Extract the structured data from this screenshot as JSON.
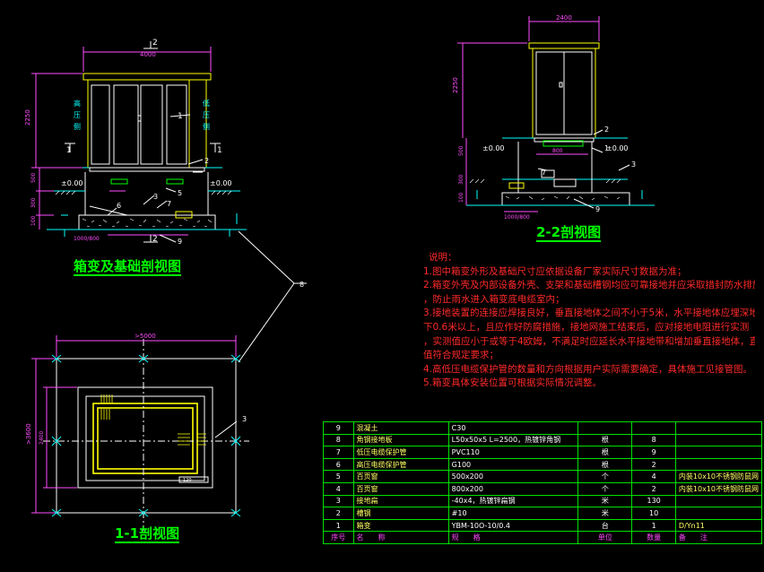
{
  "titles": {
    "main_section": "箱变及基础剖视图",
    "section_22": "2-2剖视图",
    "section_11": "1-1剖视图"
  },
  "labels": {
    "high_side": [
      "高",
      "压",
      "侧"
    ],
    "low_side": [
      "低",
      "压",
      "侧"
    ],
    "section_mark": "2",
    "cut_mark_1": "1",
    "zero_level": "±0.00",
    "dims": {
      "d4000": "4000",
      "d2400": "2400",
      "d2250a": "2250",
      "d2250b": "2250",
      "d500": "500",
      "d300": "300",
      "d100": "100",
      "d800": "800",
      "d1000": "1000/800",
      "d5000": ">5000",
      "d3600": ">3600",
      "d2400v": "2400",
      "d120": "120"
    },
    "callouts": [
      "1",
      "2",
      "3",
      "5",
      "6",
      "7",
      "8",
      "9"
    ]
  },
  "notes": {
    "title": "说明：",
    "lines": [
      "1.图中箱变外形及基础尺寸应依据设备厂家实际尺寸数据为准；",
      "2.箱变外壳及内部设备外壳、支架和基础槽钢均应可靠接地并应采取措封防水排施",
      "，防止雨水进入箱变底电缆室内；",
      "3.接地装置的连接应焊接良好，垂直接地体之间不小于5米，水平接地体应埋深地",
      "下0.6米以上，且应作好防腐措施，接地网施工结束后，应对接地电阻进行实测",
      "，实测值应小于或等于4欧姆，不满足时应延长水平接地带和增加垂直接地体，直至实测",
      "值符合规定要求；",
      "4.高低压电缆保护管的数量和方向根据用户实际需要确定，具体施工见接管图。",
      "5.箱变具体安装位置可根据实际情况调整。"
    ]
  },
  "table": {
    "rows": [
      [
        "9",
        "混凝土",
        "C30",
        "",
        "",
        ""
      ],
      [
        "8",
        "角钢接地板",
        "L50x50x5 L=2500，热镀锌角钢",
        "根",
        "8",
        ""
      ],
      [
        "7",
        "低压电缆保护管",
        "PVC110",
        "根",
        "9",
        ""
      ],
      [
        "6",
        "高压电缆保护管",
        "G100",
        "根",
        "2",
        ""
      ],
      [
        "5",
        "百页窗",
        "500x200",
        "个",
        "4",
        "内装10x10不锈钢防鼠网"
      ],
      [
        "4",
        "百页窗",
        "800x200",
        "个",
        "2",
        "内装10x10不锈钢防鼠网"
      ],
      [
        "3",
        "接地扁",
        "-40x4，热镀锌扁钢",
        "米",
        "130",
        ""
      ],
      [
        "2",
        "槽钢",
        "#10",
        "米",
        "10",
        ""
      ],
      [
        "1",
        "箱变",
        "YBM-10O-10/0.4",
        "台",
        "1",
        "D/Yn11"
      ]
    ],
    "header": [
      "序号",
      "名　　称",
      "规　　格",
      "单位",
      "数量",
      "备　　注"
    ]
  }
}
